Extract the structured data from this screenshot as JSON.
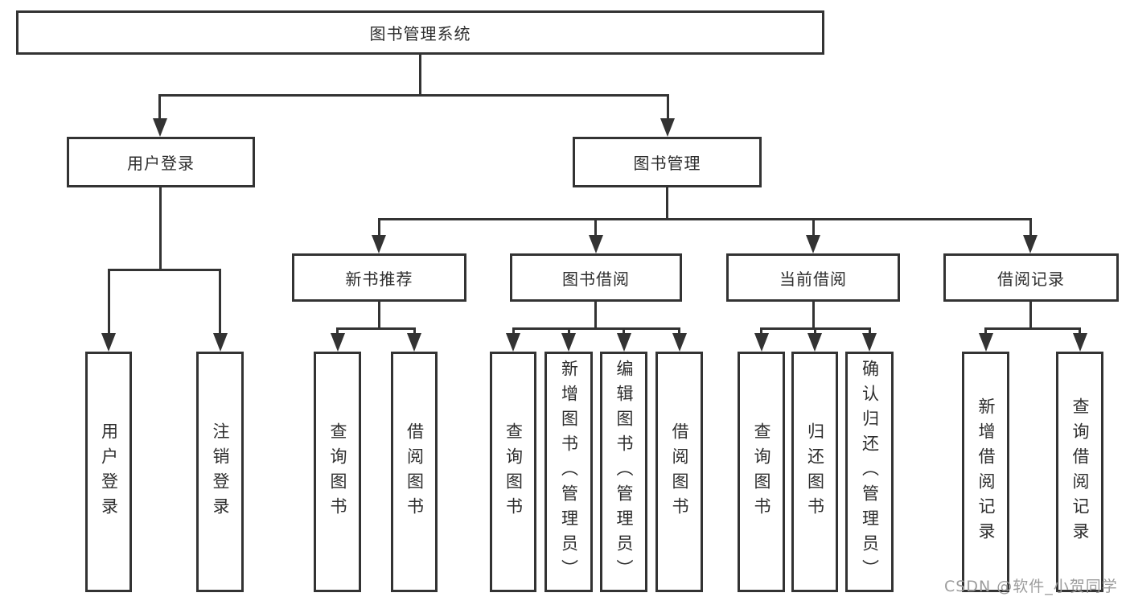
{
  "diagram": {
    "root": {
      "label": "图书管理系统"
    },
    "level2": {
      "user_login": {
        "label": "用户登录"
      },
      "book_management": {
        "label": "图书管理"
      }
    },
    "level3": {
      "new_book_recommend": {
        "label": "新书推荐"
      },
      "book_borrow": {
        "label": "图书借阅"
      },
      "current_borrow": {
        "label": "当前借阅"
      },
      "borrow_records": {
        "label": "借阅记录"
      }
    },
    "leaves": {
      "user_login": {
        "label": "用户登录"
      },
      "logout": {
        "label": "注销登录"
      },
      "query_books_recommend": {
        "label": "查询图书"
      },
      "borrow_books_recommend": {
        "label": "借阅图书"
      },
      "query_books_borrow": {
        "label": "查询图书"
      },
      "add_books_admin": {
        "label": "新增图书（管理员）"
      },
      "edit_books_admin": {
        "label": "编辑图书（管理员）"
      },
      "borrow_books_borrow": {
        "label": "借阅图书"
      },
      "query_books_current": {
        "label": "查询图书"
      },
      "return_books": {
        "label": "归还图书"
      },
      "confirm_return_admin": {
        "label": "确认归还（管理员）"
      },
      "add_borrow_record": {
        "label": "新增借阅记录"
      },
      "query_borrow_record": {
        "label": "查询借阅记录"
      }
    }
  },
  "watermark": {
    "text": "CSDN @软件_小贺同学"
  },
  "colors": {
    "line": "#333333",
    "text": "#2d2d2d",
    "background": "#ffffff",
    "watermark": "#9c9c9c"
  }
}
